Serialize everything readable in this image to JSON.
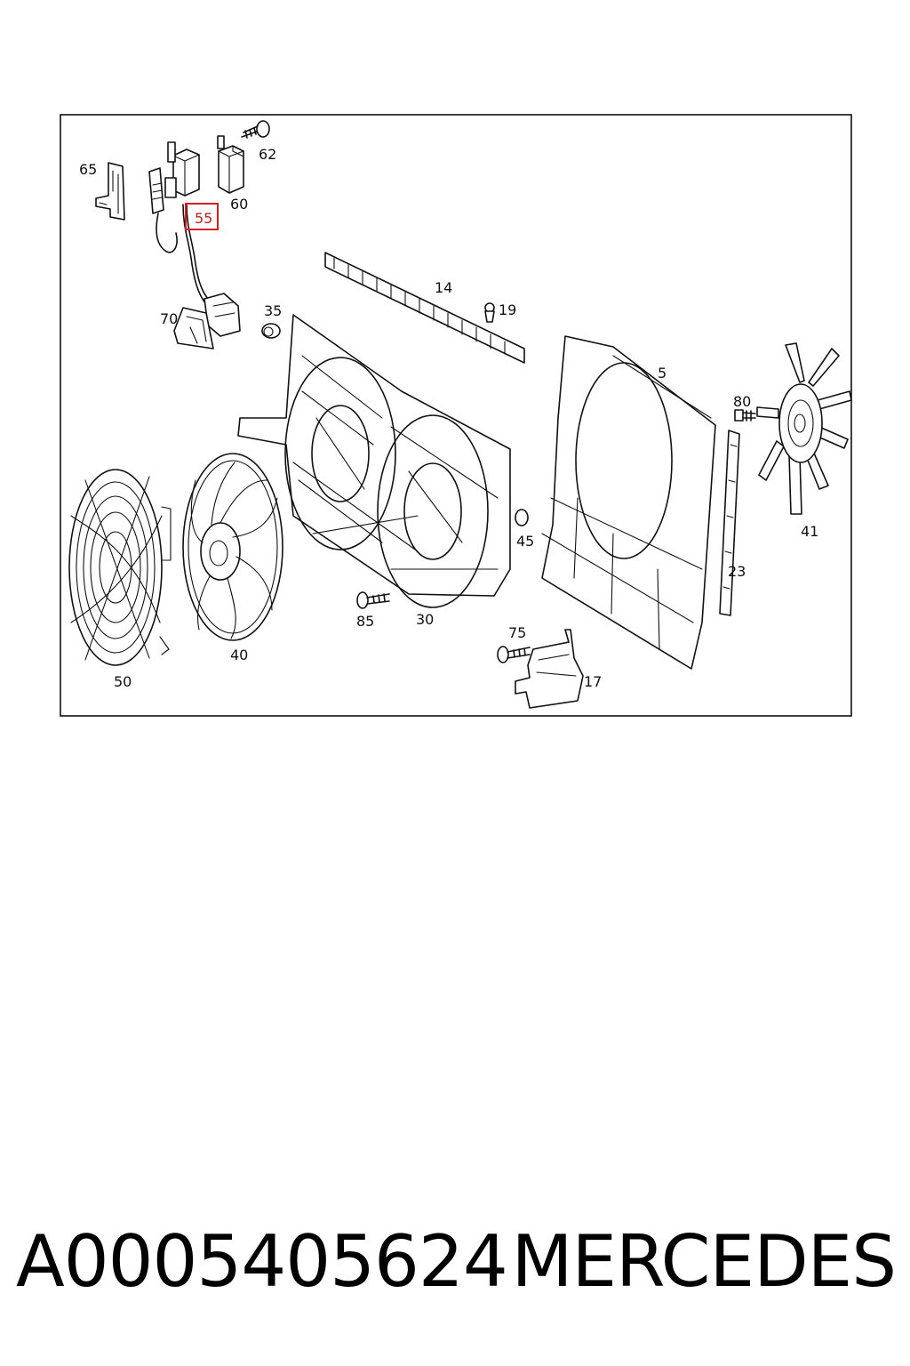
{
  "diagram": {
    "highlight_color": "#d42020",
    "highlighted_part": "55",
    "callouts": {
      "p65": "65",
      "p62": "62",
      "p60": "60",
      "p55": "55",
      "p70": "70",
      "p35": "35",
      "p14": "14",
      "p19": "19",
      "p5": "5",
      "p80": "80",
      "p41": "41",
      "p45": "45",
      "p23": "23",
      "p30": "30",
      "p85": "85",
      "p40": "40",
      "p50": "50",
      "p75": "75",
      "p17": "17"
    }
  },
  "caption": {
    "part_number": "A0005405624",
    "brand": "MERCEDES"
  }
}
